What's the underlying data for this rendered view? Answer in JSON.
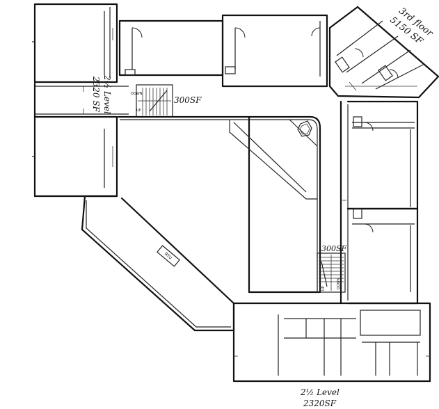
{
  "annotations": {
    "third_floor_line1": "3rd floor",
    "third_floor_line2": "5150 SF",
    "left_level_line1": "2½ Level",
    "left_level_line2": "2320 SF",
    "bottom_level_line1": "2½ Level",
    "bottom_level_line2": "2320SF",
    "stair_top_area": "300SF",
    "stair_mid_area": "300SF"
  },
  "stair_labels": {
    "top_up": "UP",
    "top_down": "DOWN",
    "mid_up": "UP",
    "mid_down": "DOWN"
  },
  "room_labels": {
    "equipment": "RTU"
  }
}
